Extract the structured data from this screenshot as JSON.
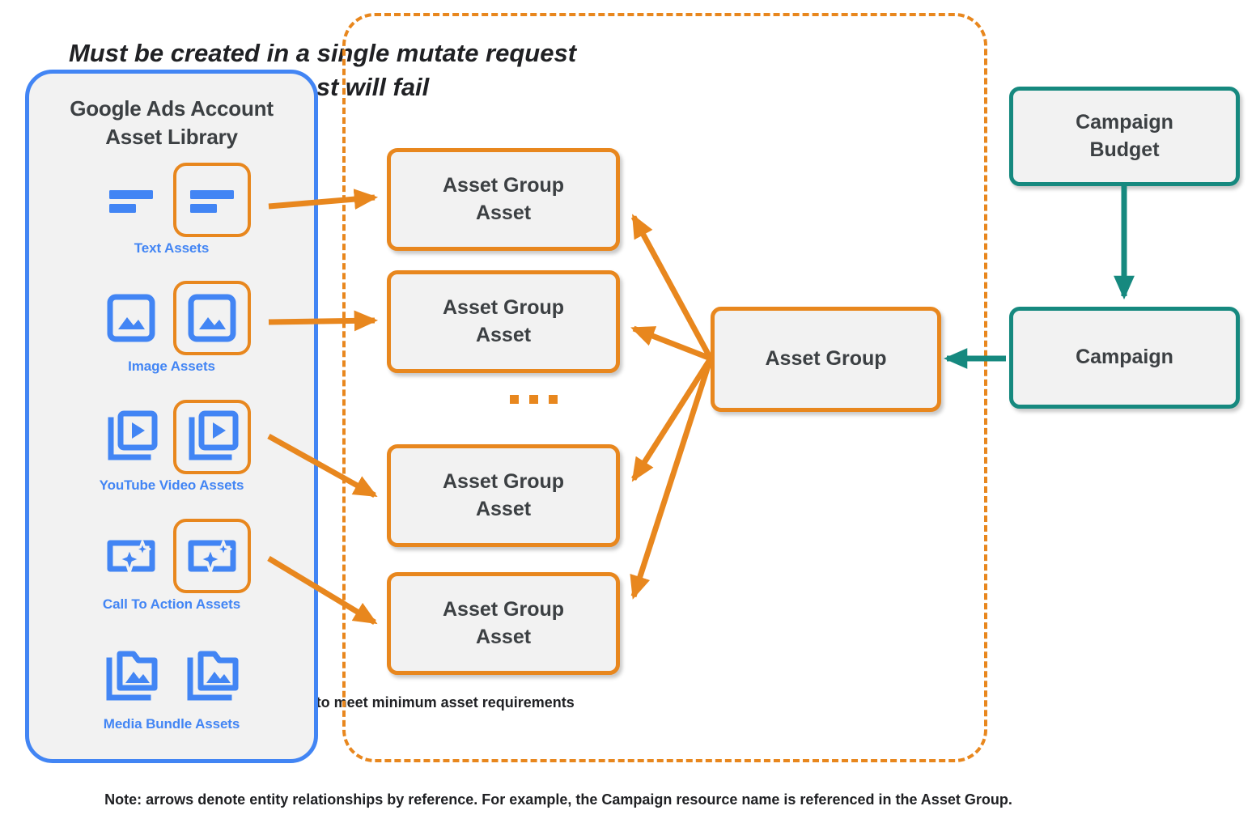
{
  "diagram": {
    "title_note": "Note: arrows denote entity relationships by reference. For example, the Campaign resource name is referenced in the Asset Group.",
    "colors": {
      "blue": "#4285F4",
      "orange": "#E8871E",
      "teal": "#16897F",
      "node_fill": "#F2F2F2",
      "text": "#3C4043"
    }
  },
  "asset_library": {
    "title_line1": "Google Ads Account",
    "title_line2": "Asset Library",
    "items": [
      {
        "label": "Text Assets",
        "icon": "text-lines-icon"
      },
      {
        "label": "Image Assets",
        "icon": "image-icon"
      },
      {
        "label": "YouTube Video  Assets",
        "icon": "video-stack-icon"
      },
      {
        "label": "Call To Action Assets",
        "icon": "call-to-action-sparkle-icon"
      },
      {
        "label": "Media Bundle  Assets",
        "icon": "media-folder-stack-icon"
      }
    ]
  },
  "mutate_container": {
    "title_line1": "Must be created in a single mutate request",
    "title_line2": "or request will fail",
    "footnote": "Asset Group Assets must combine to meet minimum asset requirements",
    "ellipsis": "…",
    "asset_group_assets": [
      {
        "line1": "Asset Group",
        "line2": "Asset"
      },
      {
        "line1": "Asset Group",
        "line2": "Asset"
      },
      {
        "line1": "Asset Group",
        "line2": "Asset"
      },
      {
        "line1": "Asset Group",
        "line2": "Asset"
      }
    ]
  },
  "nodes": {
    "asset_group": "Asset Group",
    "campaign_budget_line1": "Campaign",
    "campaign_budget_line2": "Budget",
    "campaign": "Campaign"
  }
}
